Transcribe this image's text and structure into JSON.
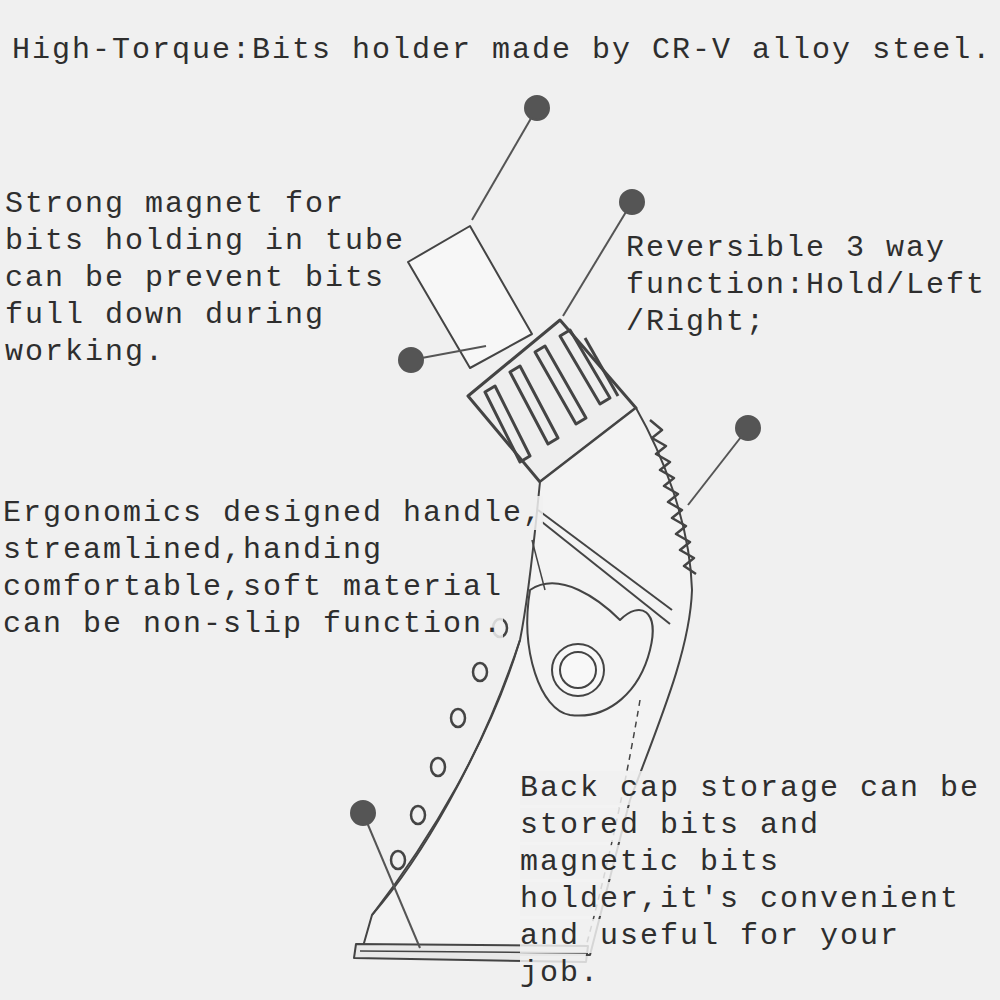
{
  "diagram": {
    "title": "High-Torque:Bits holder made by CR-V alloy steel.",
    "labels": [
      "Strong magnet for bits holding in tube can be prevent bits full down during working.",
      "Reversible 3 way function:Hold/Left /Right;",
      "Ergonomics designed handle, streamlined,handing comfortable,soft material can be non-slip function.",
      "Back cap storage can be stored bits and magnetic bits holder,it's convenient and useful for your job."
    ]
  }
}
